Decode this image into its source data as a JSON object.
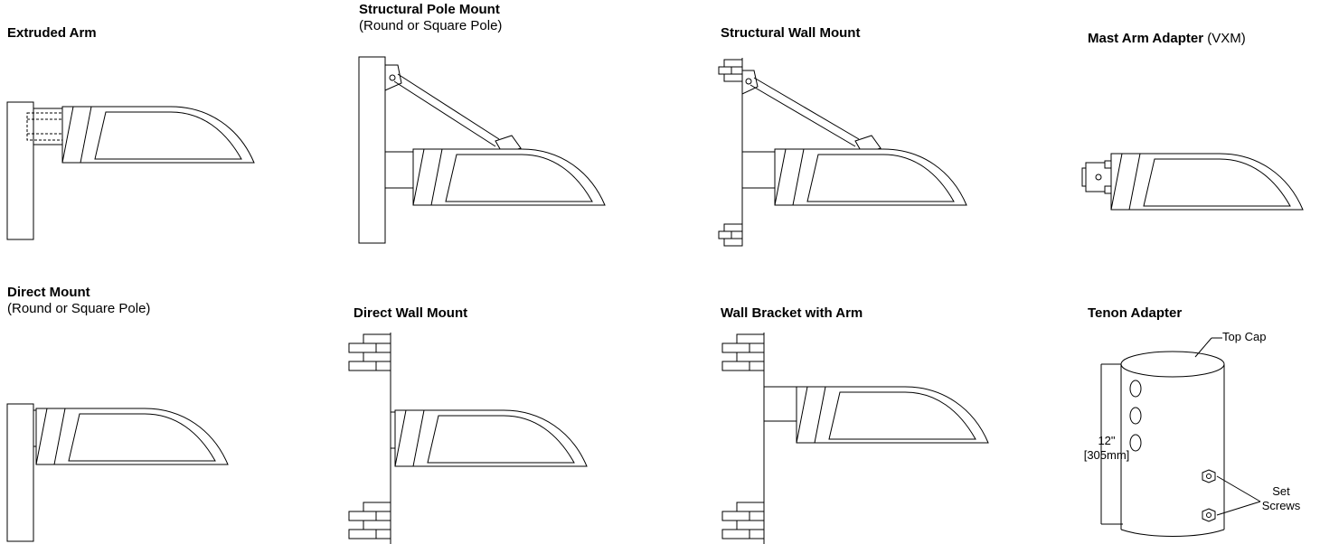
{
  "panels": {
    "extruded_arm": {
      "title": "Extruded Arm"
    },
    "structural_pole_mount": {
      "title": "Structural Pole Mount",
      "subtitle": "(Round or Square Pole)"
    },
    "structural_wall_mount": {
      "title": "Structural Wall Mount"
    },
    "mast_arm_adapter": {
      "title": "Mast Arm Adapter",
      "title_suffix": " (VXM)"
    },
    "direct_mount": {
      "title": "Direct Mount",
      "subtitle": "(Round or Square Pole)"
    },
    "direct_wall_mount": {
      "title": "Direct Wall Mount"
    },
    "wall_bracket_with_arm": {
      "title": "Wall Bracket with Arm"
    },
    "tenon_adapter": {
      "title": "Tenon Adapter",
      "top_cap_label": "Top Cap",
      "height_label_in": "12\"",
      "height_label_mm": "[305mm]",
      "set_screws_label_1": "Set",
      "set_screws_label_2": "Screws"
    }
  }
}
